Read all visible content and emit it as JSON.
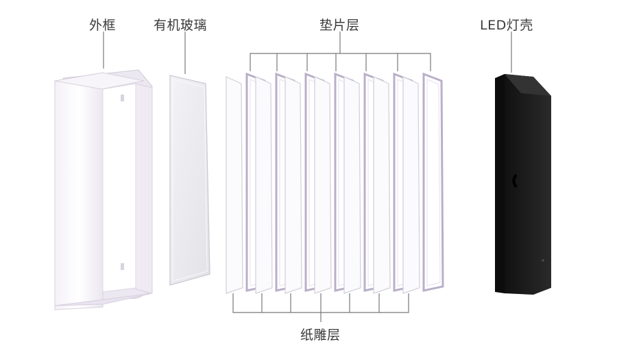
{
  "labels": {
    "outer_frame": "外框",
    "acrylic": "有机玻璃",
    "spacer_layer": "垫片层",
    "led_shell": "LED灯壳",
    "paper_layer": "纸雕层"
  }
}
